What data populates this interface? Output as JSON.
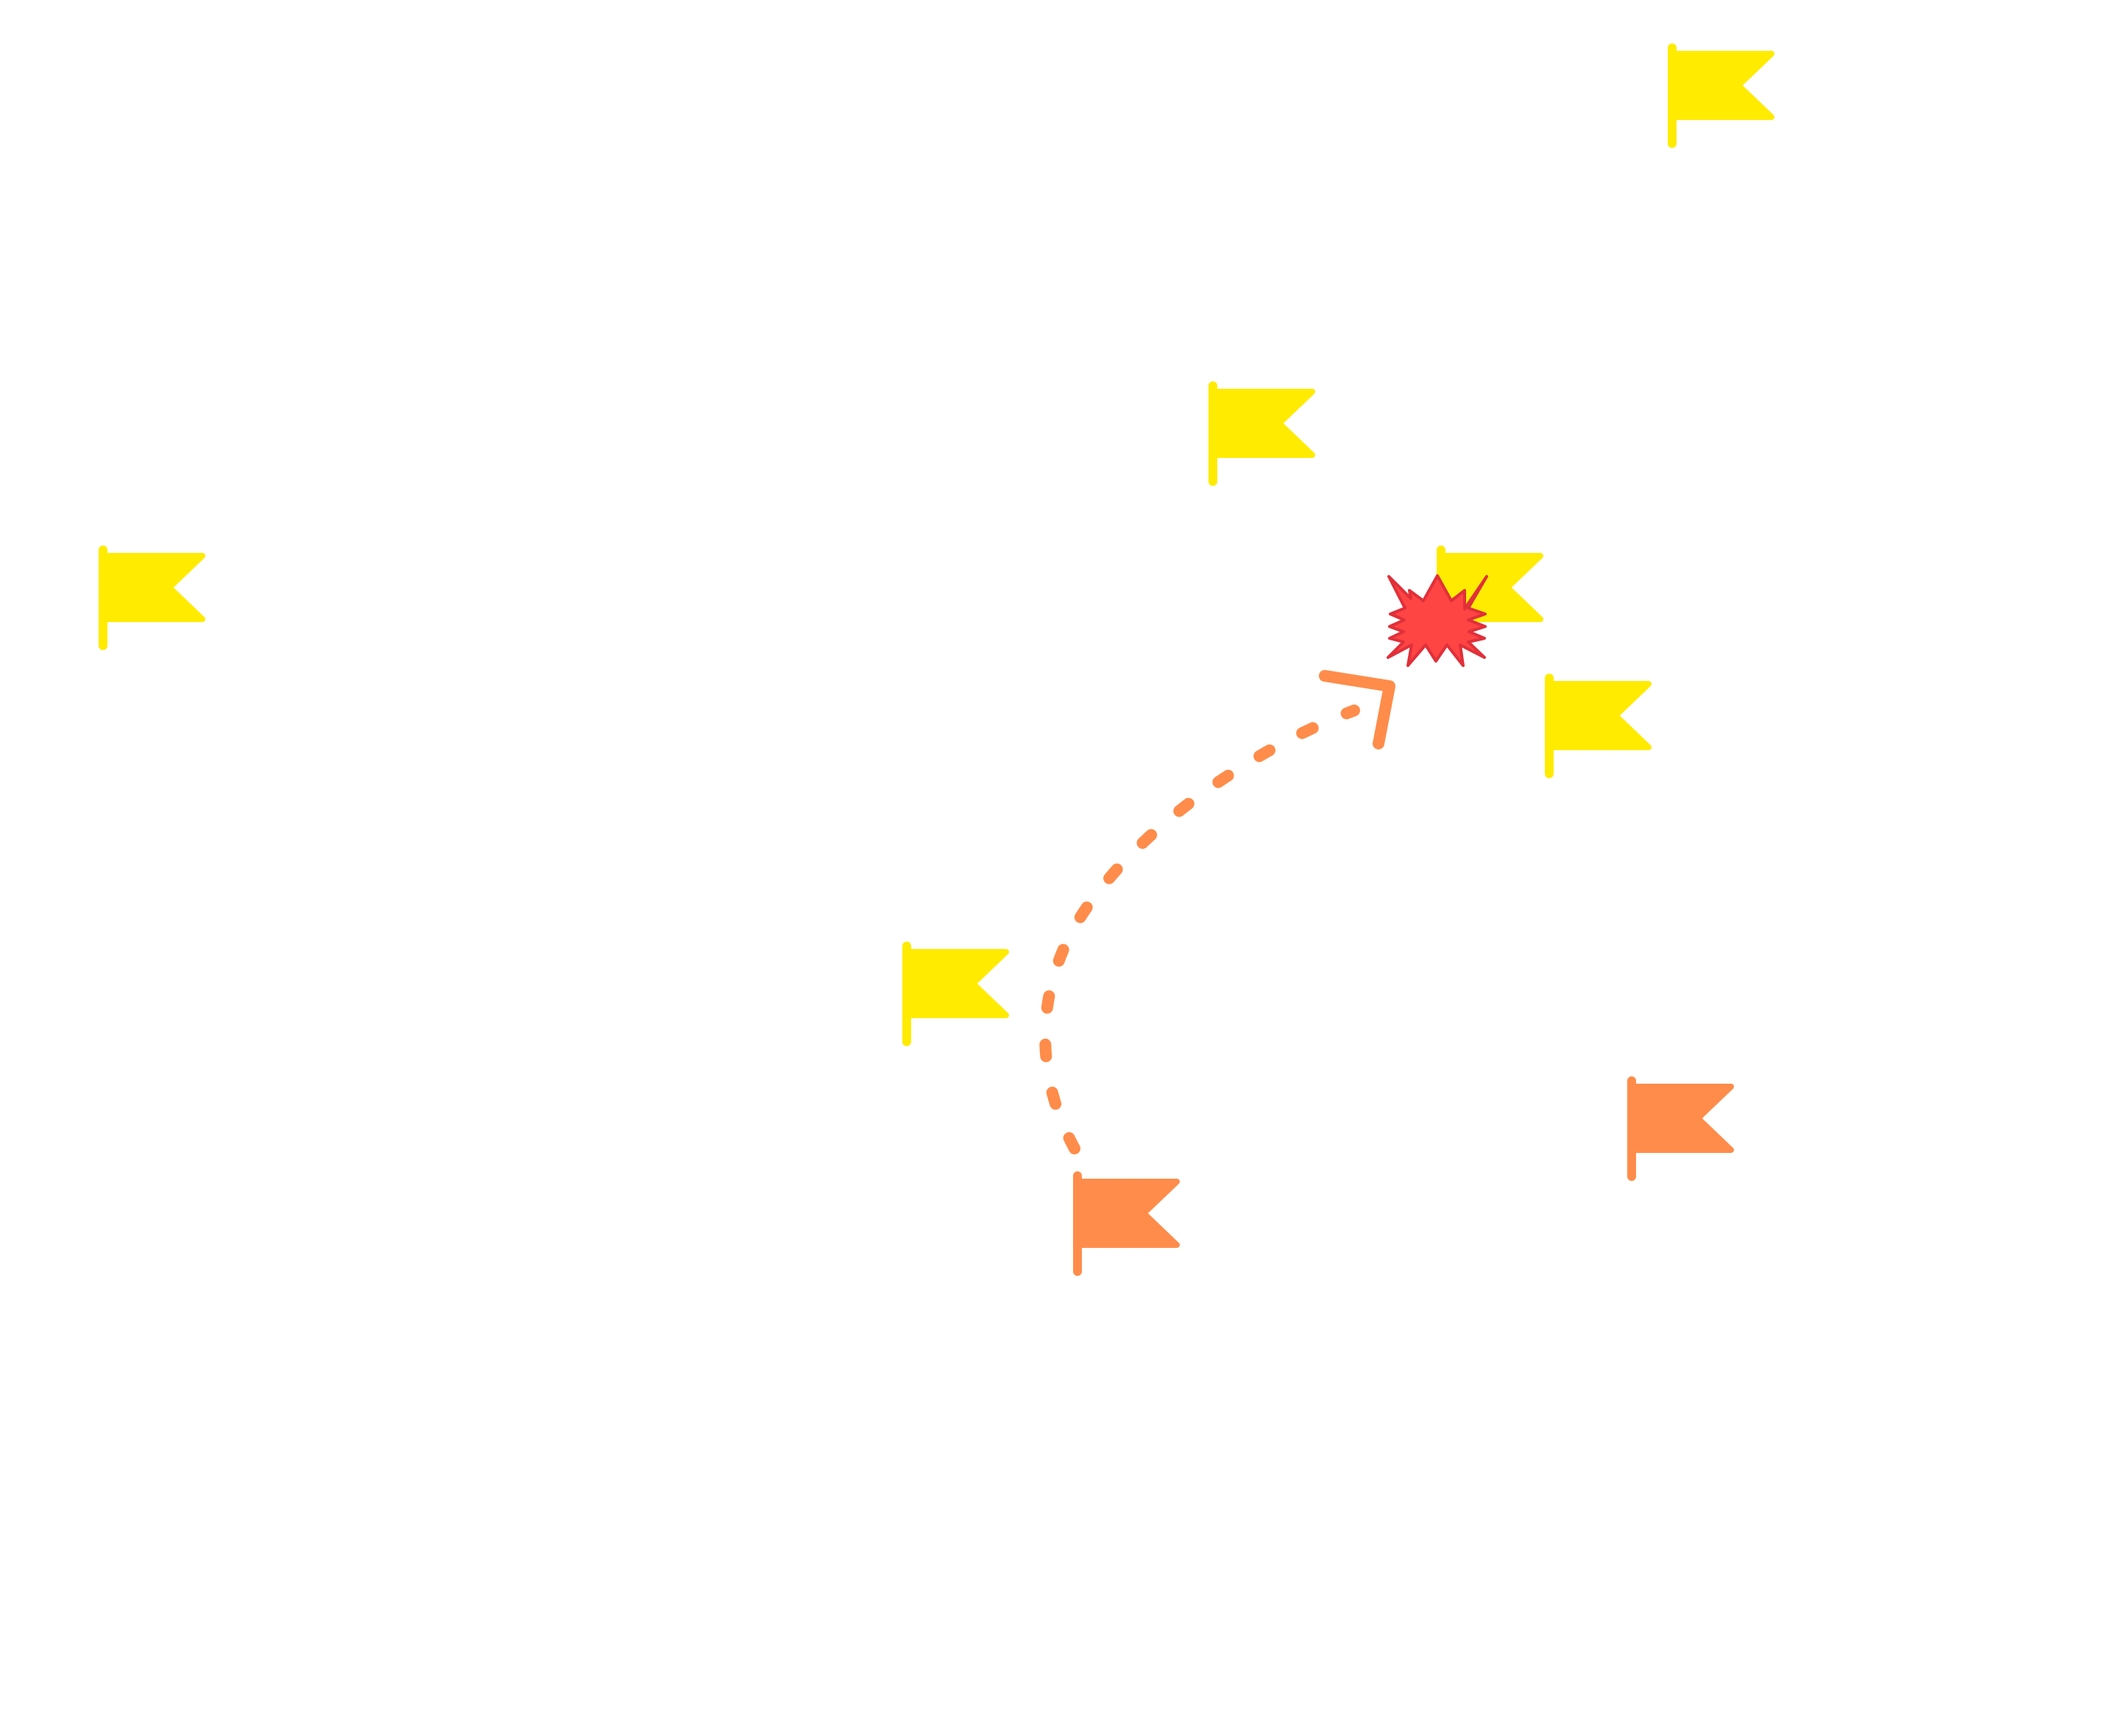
{
  "board": {
    "background": "#ffffff"
  },
  "colors": {
    "opponent_flag": "#FFEB00",
    "player_flag": "#FF8C4A",
    "move_path": "#FF8C4A",
    "hit_marker": "#FF4444",
    "hit_marker_outline": "#E0303A"
  },
  "flags": [
    {
      "id": "flag-yellow-top-right",
      "team": "yellow",
      "icon": "flag-icon"
    },
    {
      "id": "flag-yellow-upper-center",
      "team": "yellow",
      "icon": "flag-icon"
    },
    {
      "id": "flag-yellow-left",
      "team": "yellow",
      "icon": "flag-icon"
    },
    {
      "id": "flag-yellow-hit-target",
      "team": "yellow",
      "icon": "flag-icon"
    },
    {
      "id": "flag-yellow-right-center",
      "team": "yellow",
      "icon": "flag-icon"
    },
    {
      "id": "flag-yellow-lower-center",
      "team": "yellow",
      "icon": "flag-icon"
    },
    {
      "id": "flag-orange-bottom-right",
      "team": "orange",
      "icon": "flag-icon"
    },
    {
      "id": "flag-orange-origin",
      "team": "orange",
      "icon": "flag-icon"
    }
  ],
  "move": {
    "style": "dashed-curve-with-arrowhead",
    "from": "flag-orange-origin",
    "to": "flag-yellow-hit-target",
    "icon": "arrowhead-icon"
  },
  "hit": {
    "icon": "explosion-icon",
    "target": "flag-yellow-hit-target"
  }
}
